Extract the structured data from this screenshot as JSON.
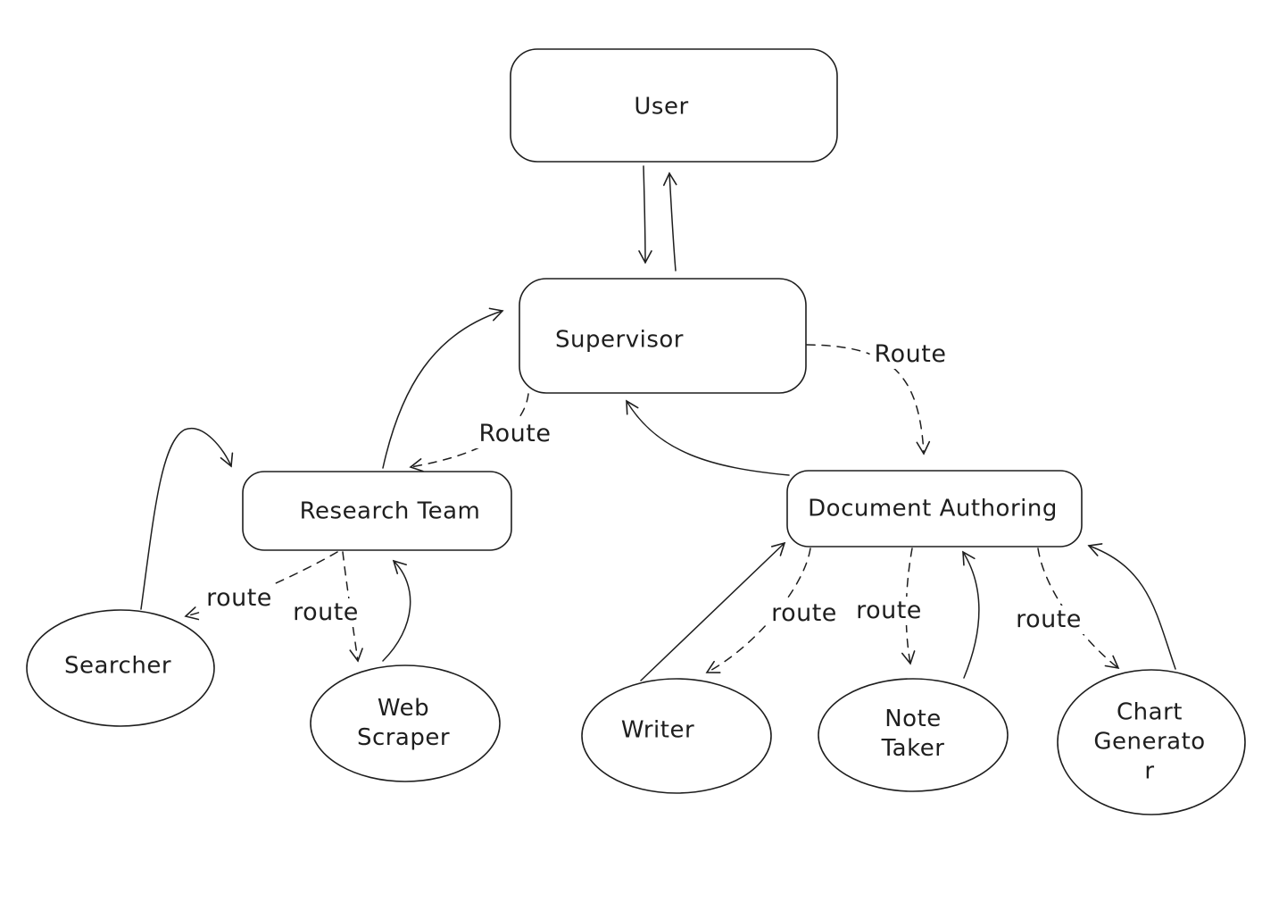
{
  "diagram": {
    "colors": {
      "stroke": "#1e1e1e",
      "background": "#ffffff"
    },
    "nodes": {
      "user": {
        "label": "User",
        "shape": "rectangle"
      },
      "supervisor": {
        "label": "Supervisor",
        "shape": "rectangle"
      },
      "research_team": {
        "label": "Research Team",
        "shape": "rectangle"
      },
      "document_authoring": {
        "label": "Document Authoring",
        "shape": "rectangle"
      },
      "searcher": {
        "label": "Searcher",
        "shape": "ellipse"
      },
      "web_scraper": {
        "label": "Web\nScraper",
        "shape": "ellipse"
      },
      "writer": {
        "label": "Writer",
        "shape": "ellipse"
      },
      "note_taker": {
        "label": "Note\nTaker",
        "shape": "ellipse"
      },
      "chart_generator": {
        "label": "Chart\nGenerato\nr",
        "shape": "ellipse"
      }
    },
    "edges": [
      {
        "from": "user",
        "to": "supervisor",
        "style": "solid",
        "label": ""
      },
      {
        "from": "supervisor",
        "to": "user",
        "style": "solid",
        "label": ""
      },
      {
        "from": "supervisor",
        "to": "research_team",
        "style": "dashed",
        "label": "Route"
      },
      {
        "from": "research_team",
        "to": "supervisor",
        "style": "solid",
        "label": ""
      },
      {
        "from": "supervisor",
        "to": "document_authoring",
        "style": "dashed",
        "label": "Route"
      },
      {
        "from": "document_authoring",
        "to": "supervisor",
        "style": "solid",
        "label": ""
      },
      {
        "from": "research_team",
        "to": "searcher",
        "style": "dashed",
        "label": "route"
      },
      {
        "from": "searcher",
        "to": "research_team",
        "style": "solid",
        "label": ""
      },
      {
        "from": "research_team",
        "to": "web_scraper",
        "style": "dashed",
        "label": "route"
      },
      {
        "from": "web_scraper",
        "to": "research_team",
        "style": "solid",
        "label": ""
      },
      {
        "from": "document_authoring",
        "to": "writer",
        "style": "dashed",
        "label": "route"
      },
      {
        "from": "writer",
        "to": "document_authoring",
        "style": "solid",
        "label": ""
      },
      {
        "from": "document_authoring",
        "to": "note_taker",
        "style": "dashed",
        "label": "route"
      },
      {
        "from": "note_taker",
        "to": "document_authoring",
        "style": "solid",
        "label": ""
      },
      {
        "from": "document_authoring",
        "to": "chart_generator",
        "style": "dashed",
        "label": "route"
      },
      {
        "from": "chart_generator",
        "to": "document_authoring",
        "style": "solid",
        "label": ""
      }
    ]
  }
}
